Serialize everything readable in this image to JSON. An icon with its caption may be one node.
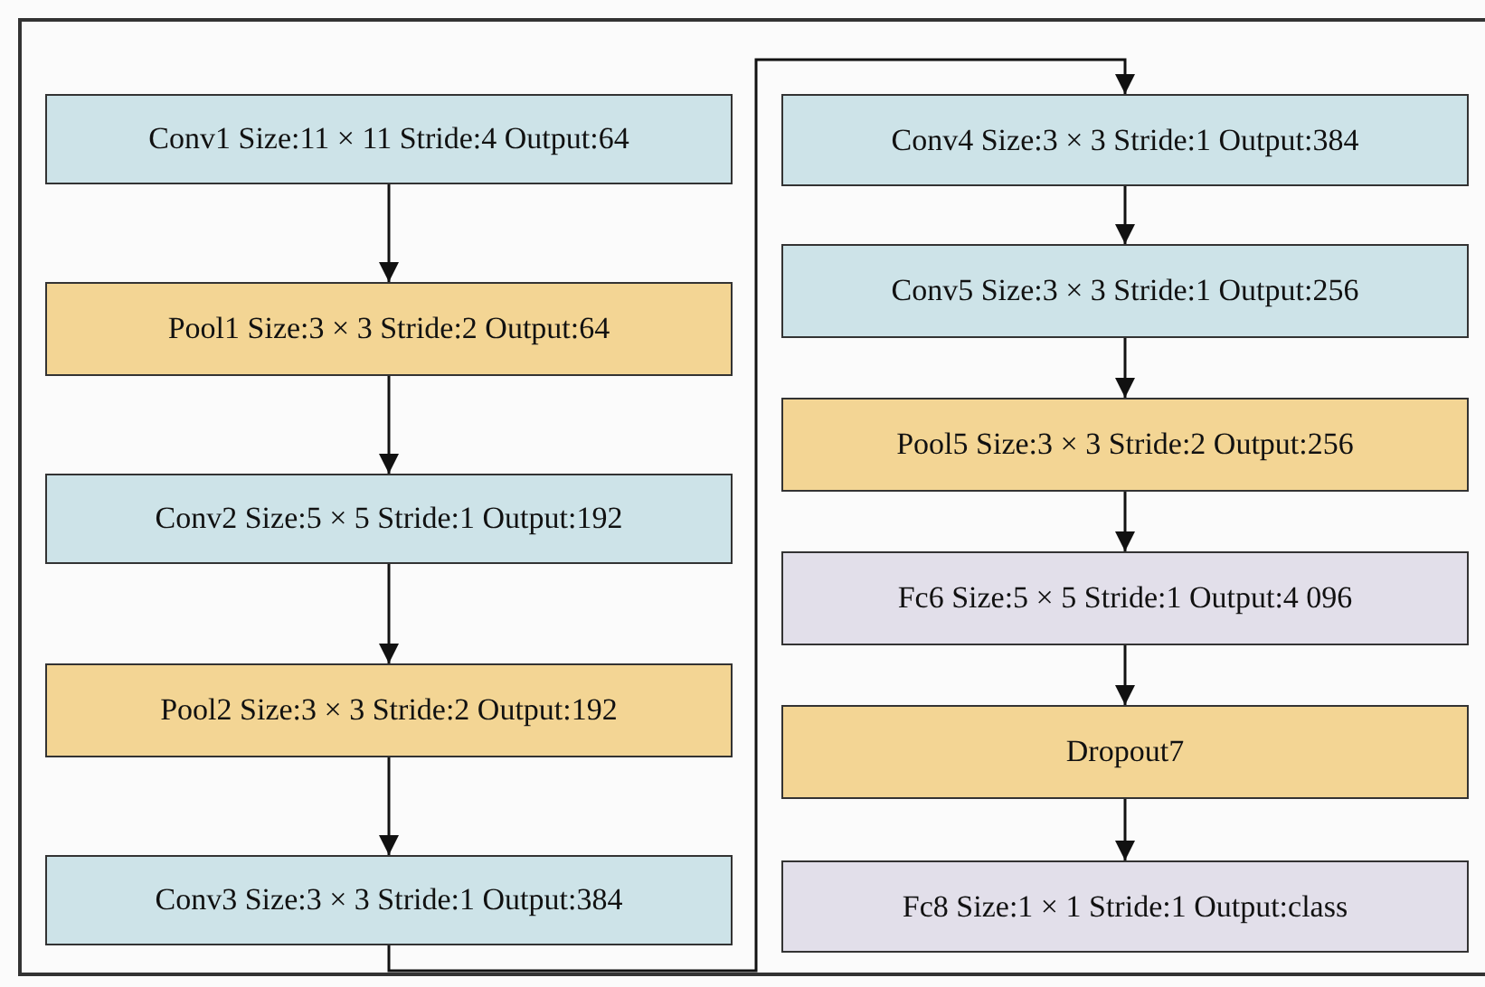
{
  "diagram": {
    "nodes": [
      {
        "text": [
          "Conv1 Size:11 × 11 Stride:4 Output:64"
        ]
      },
      {
        "text": [
          "Pool1 Size:3 × 3 Stride:2 Output:64"
        ]
      },
      {
        "text": [
          "Conv2 Size:5 × 5 Stride:1 Output:192"
        ]
      },
      {
        "text": [
          "Pool2 Size:3 × 3 Stride:2 Output:192"
        ]
      },
      {
        "text": [
          "Conv3 Size:3 × 3 Stride:1 Output:384"
        ]
      },
      {
        "text": [
          "Conv4 Size:3 × 3 Stride:1 Output:384"
        ]
      },
      {
        "text": [
          "Conv5 Size:3 × 3 Stride:1 Output:256"
        ]
      },
      {
        "text": [
          "Pool5 Size:3 × 3 Stride:2 Output:256"
        ]
      },
      {
        "text": [
          "Fc6 Size:5 × 5 Stride:1 Output:4 096"
        ]
      },
      {
        "text": [
          "Dropout7"
        ]
      },
      {
        "text": [
          "Fc8 Size:1 × 1 Stride:1 Output:class"
        ]
      }
    ],
    "edges": [
      {
        "from": 0,
        "to": 1,
        "arrow": "to"
      },
      {
        "from": 1,
        "to": 2,
        "arrow": "to"
      },
      {
        "from": 2,
        "to": 3,
        "arrow": "to"
      },
      {
        "from": 3,
        "to": 4,
        "arrow": "to"
      },
      {
        "from": 4,
        "to": 5,
        "arrow": "to"
      },
      {
        "from": 5,
        "to": 6,
        "arrow": "to"
      },
      {
        "from": 6,
        "to": 7,
        "arrow": "to"
      },
      {
        "from": 7,
        "to": 8,
        "arrow": "to"
      },
      {
        "from": 8,
        "to": 9,
        "arrow": "to"
      },
      {
        "from": 9,
        "to": 10,
        "arrow": "to"
      }
    ]
  }
}
